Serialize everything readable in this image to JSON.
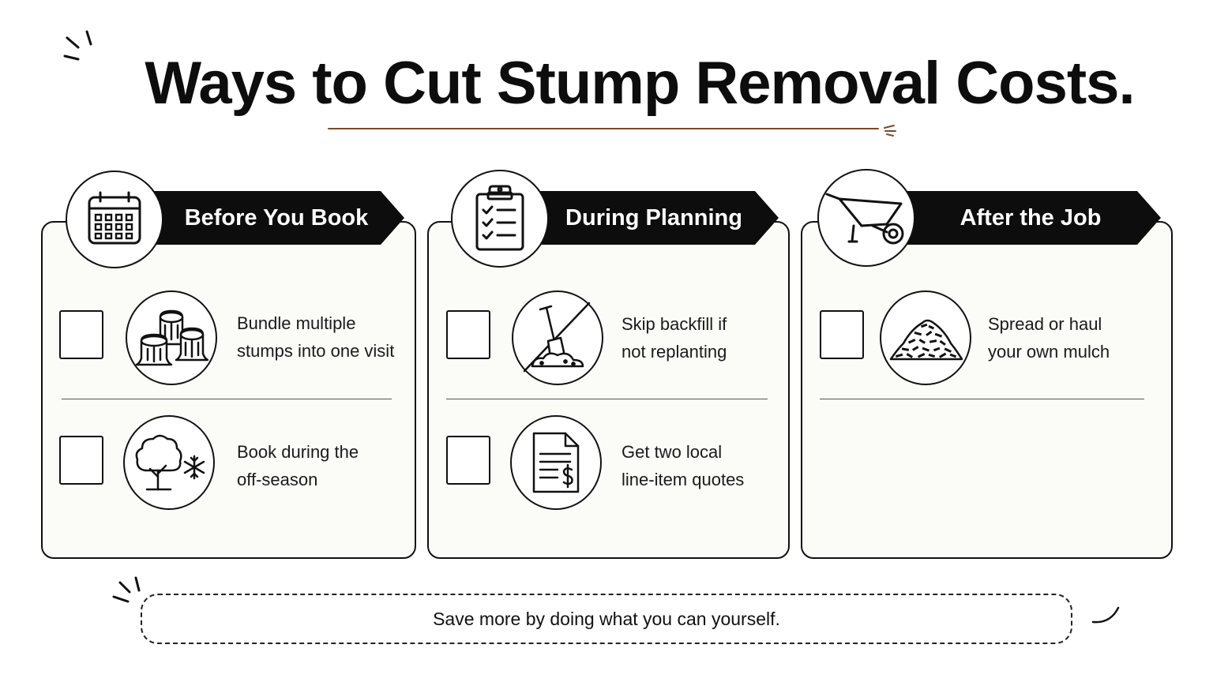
{
  "title": "Ways to Cut Stump Removal Costs.",
  "colors": {
    "accent_underline": "#7a4a2a",
    "ink": "#111111",
    "banner": "#0d0d0d",
    "card_bg": "#fbfbf8"
  },
  "sections": [
    {
      "heading": "Before You Book",
      "icon": "calendar-icon",
      "items": [
        {
          "line1": "Bundle multiple",
          "line2": "stumps into one visit",
          "icon": "stumps-icon"
        },
        {
          "line1": "Book during the",
          "line2": "off-season",
          "icon": "tree-snowflake-icon"
        }
      ]
    },
    {
      "heading": "During Planning",
      "icon": "clipboard-checklist-icon",
      "items": [
        {
          "line1": "Skip backfill if",
          "line2": "not replanting",
          "icon": "no-shovel-icon"
        },
        {
          "line1": "Get two local",
          "line2": "line-item quotes",
          "icon": "invoice-dollar-icon"
        }
      ]
    },
    {
      "heading": "After the Job",
      "icon": "wheelbarrow-icon",
      "items": [
        {
          "line1": "Spread or haul",
          "line2": "your own mulch",
          "icon": "mulch-pile-icon"
        }
      ]
    }
  ],
  "footer": "Save more by doing what you can yourself."
}
